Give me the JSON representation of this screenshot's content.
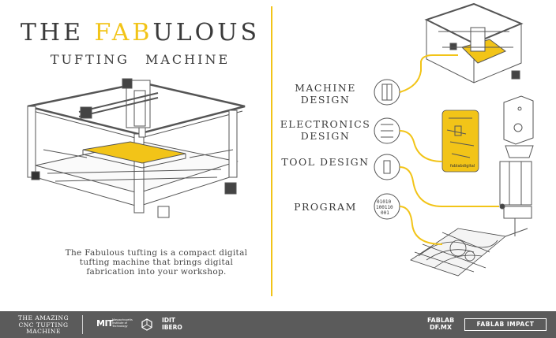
{
  "hero": {
    "title_pre": "THE ",
    "title_hl": "FAB",
    "title_post": "ULOUS",
    "subtitle": "TUFTING MACHINE",
    "description": "The Fabulous tufting is a compact digital tufting machine that brings digital fabrication into your workshop."
  },
  "steps": [
    {
      "label": "MACHINE DESIGN"
    },
    {
      "label": "ELECTRONICS DESIGN"
    },
    {
      "label": "TOOL DESIGN"
    },
    {
      "label": "PROGRAM"
    }
  ],
  "program_icon": {
    "line1": "01010",
    "line2": "100110",
    "line3": "001"
  },
  "board_label": "fablabdigital",
  "footer": {
    "title": "THE AMAZING CNC TUFTING MACHINE",
    "logos": {
      "mit": "MIT",
      "mit_sub": "Massachusetts Institute of Technology",
      "idit": "IDIT IBERO",
      "fablab_mx": "FABLAB DF.MX",
      "fablab_impact": "FABLAB IMPACT"
    }
  },
  "colors": {
    "accent": "#f2c418",
    "footer_bg": "#5b5b5b",
    "text": "#3a3a3a",
    "line": "#555555"
  }
}
